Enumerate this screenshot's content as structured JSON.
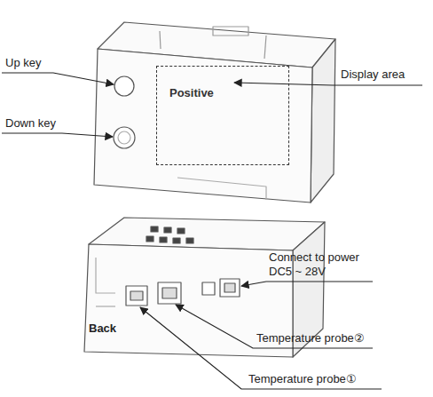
{
  "diagram": {
    "nodes": [
      {
        "text": [
          "Positive"
        ]
      }
    ],
    "labels": [
      "Up key",
      "Down key",
      "Display area",
      "Connect to power DC5 ~ 28V",
      "Temperature probe②",
      "Temperature probe①",
      "Back"
    ]
  }
}
